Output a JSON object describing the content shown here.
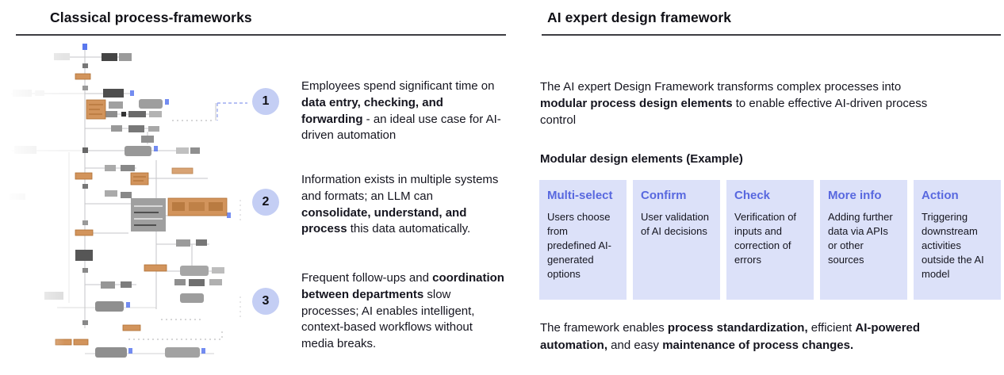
{
  "left": {
    "heading": "Classical process-frameworks",
    "flowchart_name": "blurred-bpmn-process-map",
    "points": [
      {
        "number": "1",
        "segments": [
          {
            "text": "Employees spend significant time on "
          },
          {
            "text": "data entry, checking, and forwarding",
            "bold": true
          },
          {
            "text": " - an ideal use case for AI-driven automation"
          }
        ]
      },
      {
        "number": "2",
        "segments": [
          {
            "text": "Information exists in multiple systems and formats; an LLM can "
          },
          {
            "text": "consolidate, understand, and process",
            "bold": true
          },
          {
            "text": " this data automatically."
          }
        ]
      },
      {
        "number": "3",
        "segments": [
          {
            "text": "Frequent follow-ups and "
          },
          {
            "text": "coordination between departments",
            "bold": true
          },
          {
            "text": " slow processes; AI enables intelligent, context-based workflows without media breaks."
          }
        ]
      }
    ]
  },
  "right": {
    "heading": "AI expert design framework",
    "intro_segments": [
      {
        "text": "The AI expert Design Framework transforms complex processes into "
      },
      {
        "text": "modular process design elements",
        "bold": true
      },
      {
        "text": " to enable effective AI-driven process control"
      }
    ],
    "subheading": "Modular design elements (Example)",
    "cards": [
      {
        "title": "Multi-select",
        "body": "Users choose from predefined AI-generated options"
      },
      {
        "title": "Confirm",
        "body": "User validation of AI decisions"
      },
      {
        "title": "Check",
        "body": "Verification of inputs and correction of errors"
      },
      {
        "title": "More info",
        "body": "Adding further data via APIs or other sources"
      },
      {
        "title": "Action",
        "body": "Triggering downstream activities outside the AI model"
      }
    ],
    "outro_segments": [
      {
        "text": "The framework enables "
      },
      {
        "text": "process standardization,",
        "bold": true
      },
      {
        "text": " efficient "
      },
      {
        "text": "AI-powered automation,",
        "bold": true
      },
      {
        "text": " and easy "
      },
      {
        "text": "maintenance of process changes.",
        "bold": true
      }
    ]
  },
  "colors": {
    "card_bg": "#dce1f9",
    "card_title": "#5868df",
    "circle_bg": "#c4cef4",
    "accent_orange": "#d2945c",
    "node_blue": "#5a78ee",
    "dash_blue": "#9dabf1"
  }
}
